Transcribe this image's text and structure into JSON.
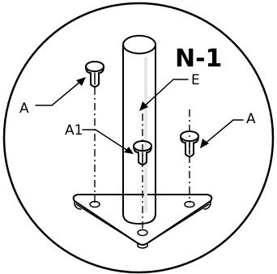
{
  "title": "N-1",
  "callouts": {
    "left_screw": "A",
    "center_screw": "A1",
    "pole": "E",
    "right_screw": "A"
  },
  "colors": {
    "ink": "#000000",
    "background": "#ffffff",
    "pole_highlight": "#e6e6e6"
  }
}
